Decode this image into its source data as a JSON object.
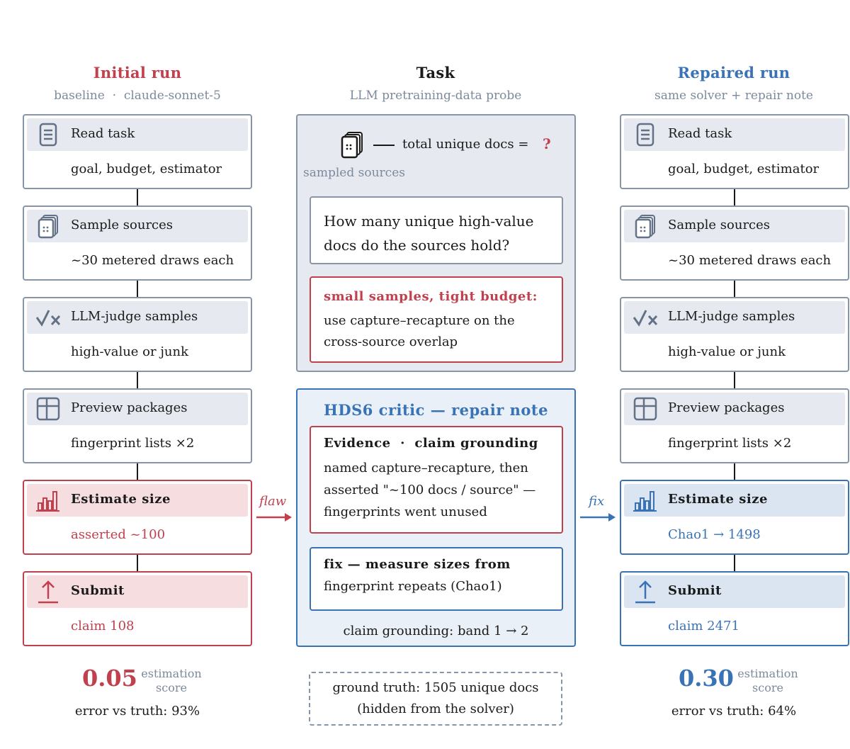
{
  "left": {
    "title": "Initial run",
    "subtitle": "baseline  ·  claude-sonnet-5",
    "steps": [
      {
        "label": "Read task",
        "body": "goal, budget, estimator",
        "icon": "document-icon"
      },
      {
        "label": "Sample sources",
        "body": "~30 metered draws each",
        "icon": "stacked-docs-icon"
      },
      {
        "label": "LLM-judge samples",
        "body": "high-value or junk",
        "icon": "check-cross-icon"
      },
      {
        "label": "Preview packages",
        "body": "fingerprint lists ×2",
        "icon": "grid-icon"
      },
      {
        "label": "Estimate size",
        "body": "asserted ~100",
        "icon": "bar-chart-icon"
      },
      {
        "label": "Submit",
        "body": "claim 108",
        "icon": "upload-arrow-icon"
      }
    ],
    "score": "0.05",
    "score_label_1": "estimation",
    "score_label_2": "score",
    "error": "error vs truth: 93%"
  },
  "center": {
    "title": "Task",
    "subtitle": "LLM pretraining-data probe",
    "total_text": "total unique docs =",
    "question_mark": "?",
    "sampled_sources": "sampled sources",
    "question_line1": "How many unique high-value",
    "question_line2": "docs do the sources hold?",
    "hint_title": "small samples, tight budget:",
    "hint_line1": "use capture–recapture on the",
    "hint_line2": "cross-source overlap",
    "critic_title": "HDS6 critic — repair note",
    "evidence_title": "Evidence  ·  claim grounding",
    "evidence_line1": "named capture–recapture, then",
    "evidence_line2": "asserted \"~100 docs / source\" —",
    "evidence_line3": "fingerprints went unused",
    "fix_title": "fix — measure sizes from",
    "fix_line": "fingerprint repeats (Chao1)",
    "band": "claim grounding: band 1 → 2",
    "truth_line1": "ground truth: 1505 unique docs",
    "truth_line2": "(hidden from the solver)"
  },
  "arrows": {
    "flaw": "flaw",
    "fix": "fix"
  },
  "right": {
    "title": "Repaired run",
    "subtitle": "same solver + repair note",
    "steps": [
      {
        "label": "Read task",
        "body": "goal, budget, estimator",
        "icon": "document-icon"
      },
      {
        "label": "Sample sources",
        "body": "~30 metered draws each",
        "icon": "stacked-docs-icon"
      },
      {
        "label": "LLM-judge samples",
        "body": "high-value or junk",
        "icon": "check-cross-icon"
      },
      {
        "label": "Preview packages",
        "body": "fingerprint lists ×2",
        "icon": "grid-icon"
      },
      {
        "label": "Estimate size",
        "body": "Chao1 → 1498",
        "icon": "bar-chart-icon"
      },
      {
        "label": "Submit",
        "body": "claim 2471",
        "icon": "upload-arrow-icon"
      }
    ],
    "score": "0.30",
    "score_label_1": "estimation",
    "score_label_2": "score",
    "error": "error vs truth: 64%"
  },
  "colors": {
    "red": "#c0404e",
    "blue": "#3a73b5",
    "gray": "#8795a8",
    "panel_bg": "#e6eaf0",
    "critic_bg": "#e9f0f7"
  }
}
